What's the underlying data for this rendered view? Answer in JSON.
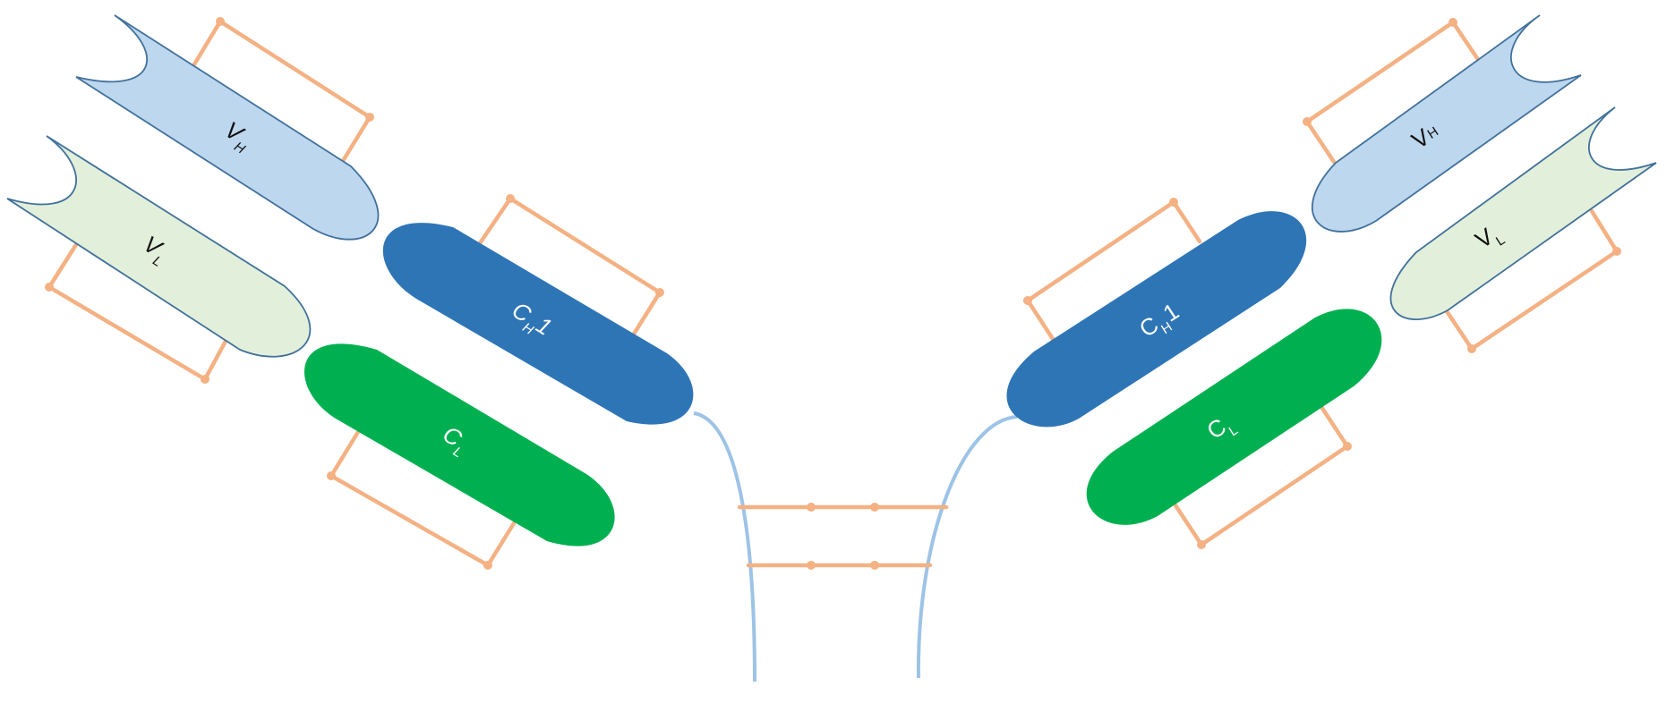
{
  "colors": {
    "variable_heavy": "#bdd7ee",
    "variable_light": "#e2efda",
    "constant_heavy": "#2e75b6",
    "constant_light": "#00b050",
    "variable_outline": "#41719c",
    "disulfide": "#f4b183",
    "hinge": "#9dc3e6",
    "label_dark": "#111111",
    "label_light": "#ffffff"
  },
  "left_arm": {
    "vh": {
      "main": "V",
      "sub": "H"
    },
    "vl": {
      "main": "V",
      "sub": "L"
    },
    "ch1": {
      "main": "C",
      "sub": "H",
      "suffix": "1"
    },
    "cl": {
      "main": "C",
      "sub": "L"
    }
  },
  "right_arm": {
    "vh": {
      "main": "V",
      "sub": "H"
    },
    "vl": {
      "main": "V",
      "sub": "L"
    },
    "ch1": {
      "main": "C",
      "sub": "H",
      "suffix": "1"
    },
    "cl": {
      "main": "C",
      "sub": "L"
    }
  }
}
